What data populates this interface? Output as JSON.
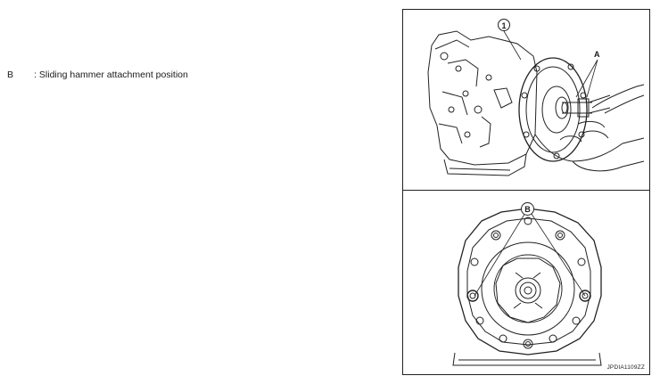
{
  "legend": {
    "key": "B",
    "separator": ":",
    "description": "Sliding hammer attachment position"
  },
  "figure": {
    "callout_one": "1",
    "callout_a": "A",
    "callout_b": "B",
    "figure_id": "JPDIA1109ZZ"
  }
}
